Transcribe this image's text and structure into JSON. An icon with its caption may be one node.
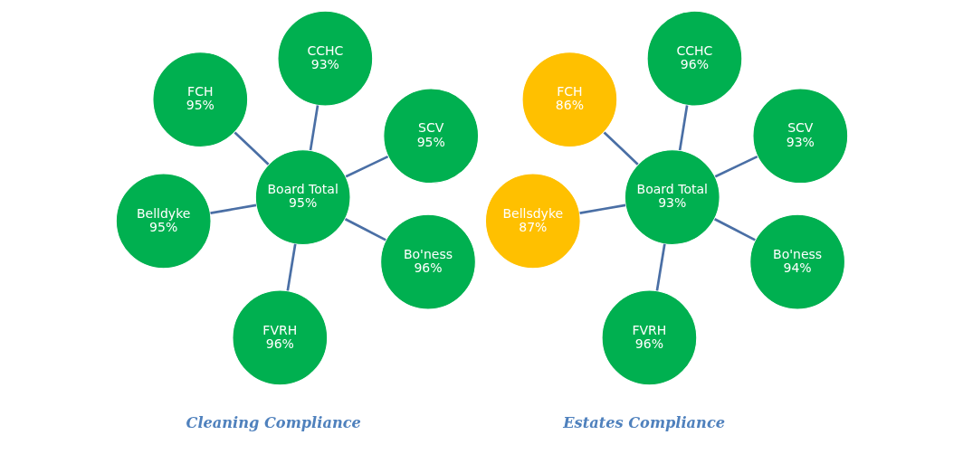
{
  "diagram": {
    "nodes": [
      {
        "text": [
          "FCH",
          "95%"
        ]
      },
      {
        "text": [
          "SCV",
          "95%"
        ]
      },
      {
        "text": [
          "Bo'ness",
          "96%"
        ]
      },
      {
        "text": [
          "Board Total",
          "95%"
        ]
      },
      {
        "text": [
          "CCHC",
          "93%"
        ]
      },
      {
        "text": [
          "Belldyke",
          "95%"
        ]
      },
      {
        "text": [
          "FVRH",
          "96%"
        ]
      },
      {
        "text": [
          "FCH",
          "86%"
        ]
      },
      {
        "text": [
          "SCV",
          "93%"
        ]
      },
      {
        "text": [
          "Bo'ness",
          "94%"
        ]
      },
      {
        "text": [
          "Board Total",
          "93%"
        ]
      },
      {
        "text": [
          "CCHC",
          "96%"
        ]
      },
      {
        "text": [
          "Bellsdyke",
          "87%"
        ]
      },
      {
        "text": [
          "FVRH",
          "96%"
        ]
      }
    ],
    "edges": [
      {
        "from": 3,
        "to": 0,
        "arrow": "none"
      },
      {
        "from": 3,
        "to": 1,
        "arrow": "none"
      },
      {
        "from": 3,
        "to": 2,
        "arrow": "none"
      },
      {
        "from": 3,
        "to": 4,
        "arrow": "none"
      },
      {
        "from": 3,
        "to": 5,
        "arrow": "none"
      },
      {
        "from": 3,
        "to": 6,
        "arrow": "none"
      },
      {
        "from": 10,
        "to": 7,
        "arrow": "none"
      },
      {
        "from": 10,
        "to": 8,
        "arrow": "none"
      },
      {
        "from": 10,
        "to": 9,
        "arrow": "none"
      },
      {
        "from": 10,
        "to": 11,
        "arrow": "none"
      },
      {
        "from": 10,
        "to": 12,
        "arrow": "none"
      },
      {
        "from": 10,
        "to": 13,
        "arrow": "none"
      }
    ],
    "labels": [
      "Cleaning Compliance",
      "Estates Compliance"
    ]
  }
}
